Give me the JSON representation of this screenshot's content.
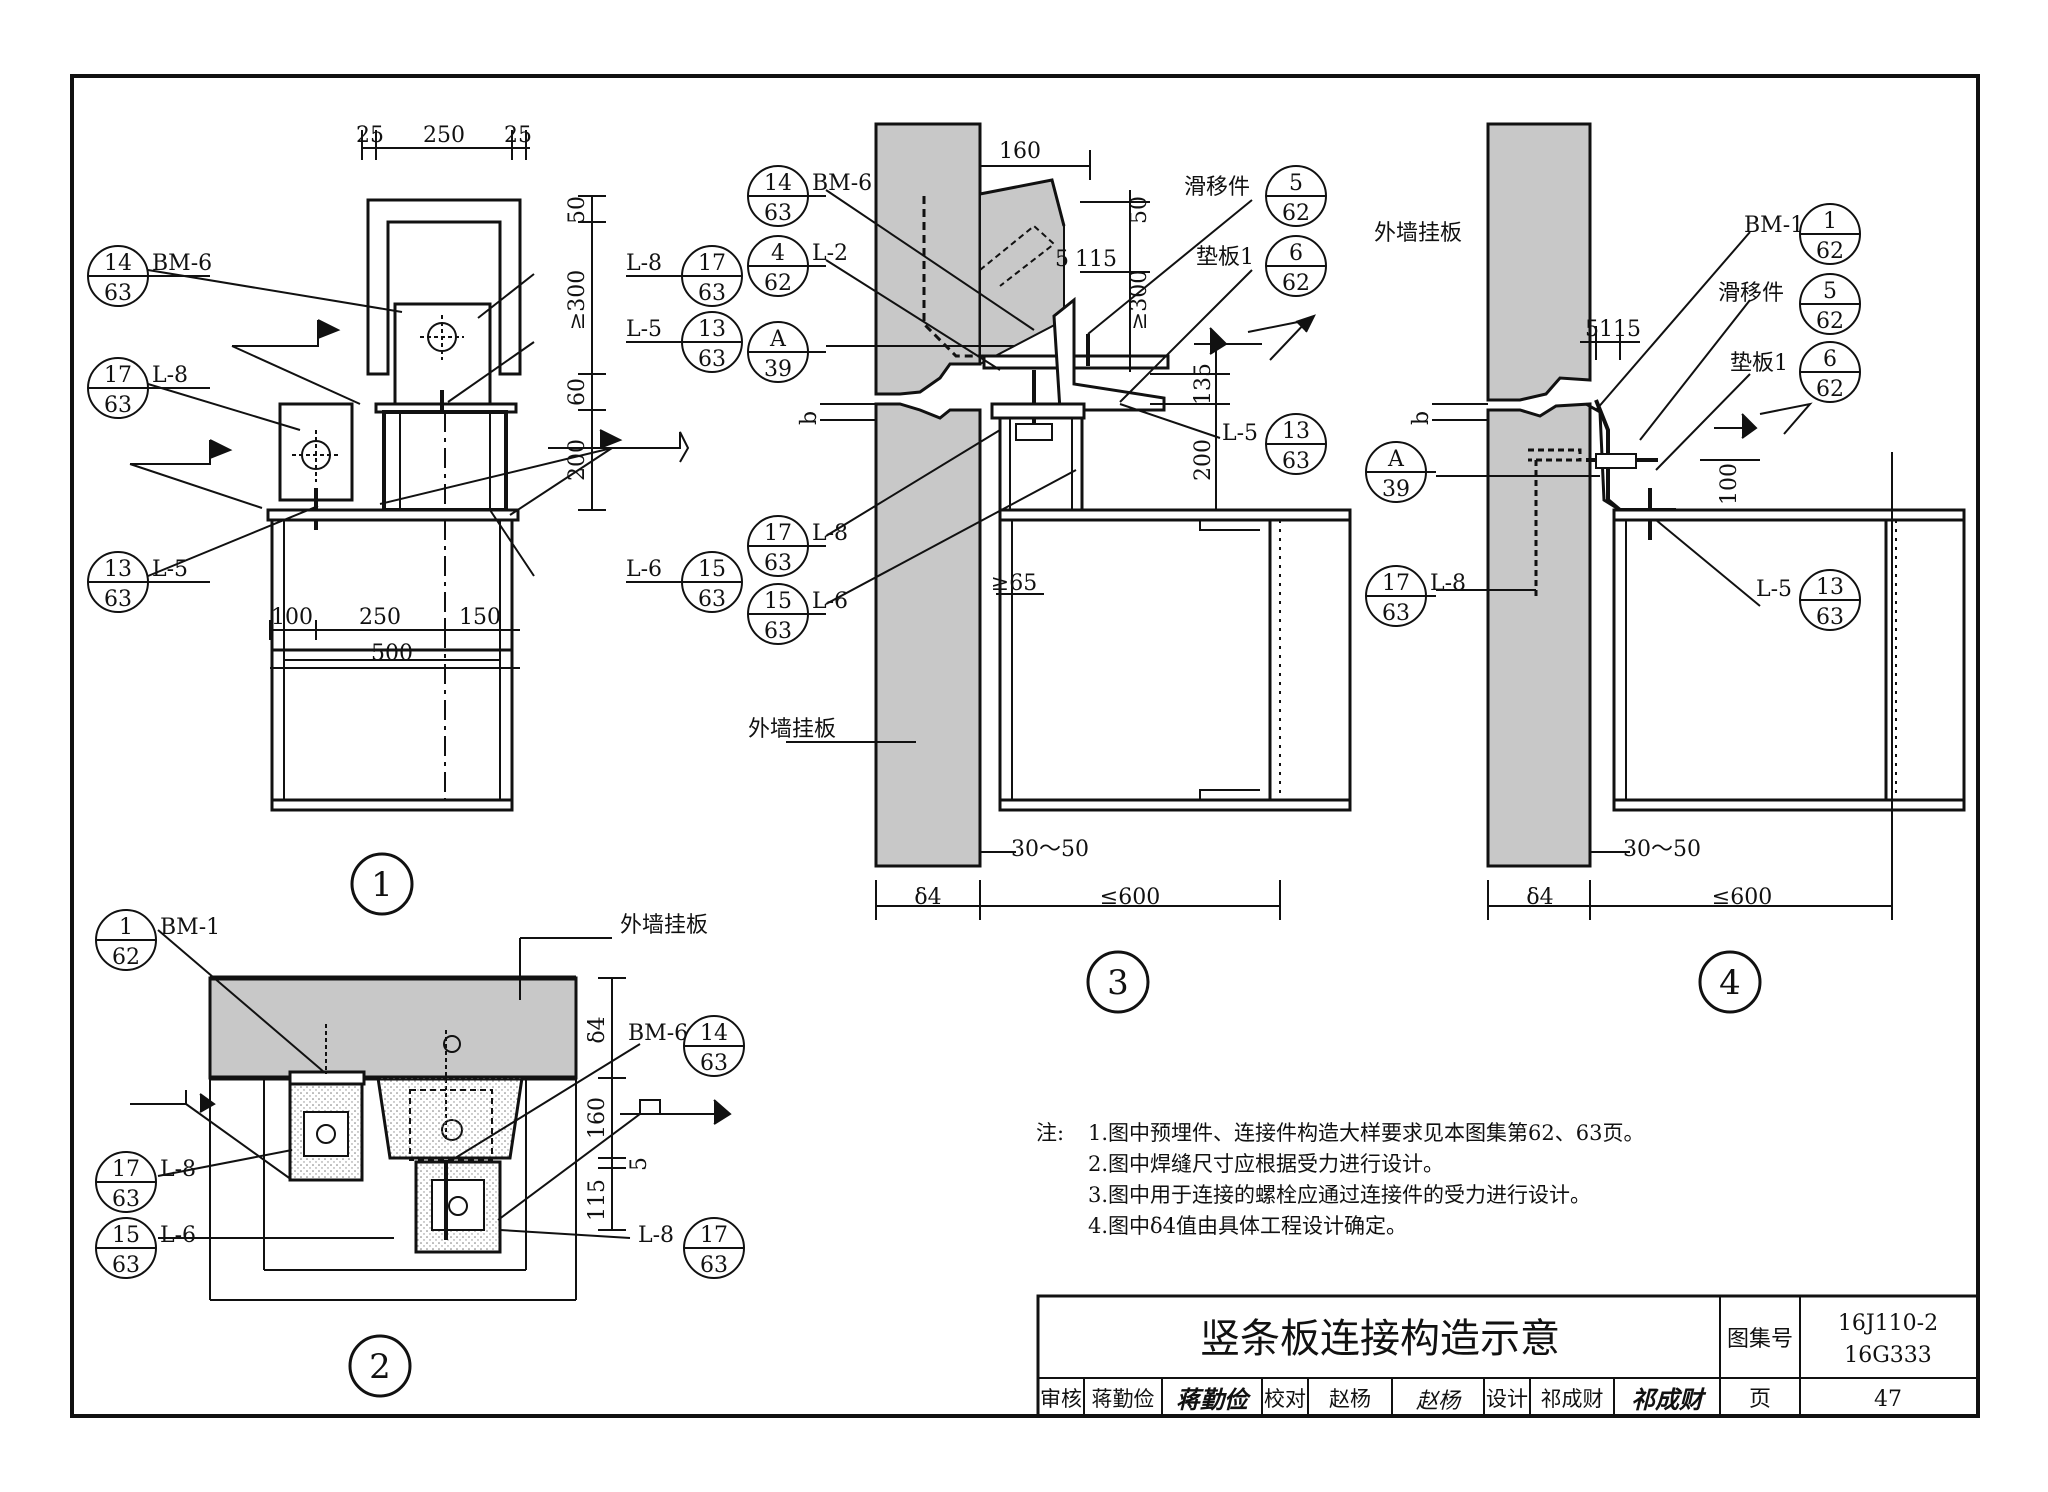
{
  "title_block": {
    "drawing_title": "竖条板连接构造示意",
    "atlas_label": "图集号",
    "atlas_no_1": "16J110-2",
    "atlas_no_2": "16G333",
    "page_label": "页",
    "page_no": "47",
    "review_label": "审核",
    "reviewer": "蒋勤俭",
    "check_label": "校对",
    "checker": "赵杨",
    "design_label": "设计",
    "designer": "祁成财",
    "sig_reviewer": "蒋勤俭",
    "sig_checker": "赵杨",
    "sig_designer": "祁成财"
  },
  "notes": {
    "label": "注:",
    "items": [
      "1.图中预埋件、连接件构造大样要求见本图集第62、63页。",
      "2.图中焊缝尺寸应根据受力进行设计。",
      "3.图中用于连接的螺栓应通过连接件的受力进行设计。",
      "4.图中δ4值由具体工程设计确定。"
    ]
  },
  "detail1": {
    "number": "1",
    "dims": {
      "d25a": "25",
      "d250top": "250",
      "d25b": "25",
      "d50": "50",
      "d300": "≥300",
      "d60": "60",
      "d200": "200",
      "d100": "100",
      "d250": "250",
      "d150": "150",
      "d500": "500"
    },
    "refs": [
      {
        "code": "BM-6",
        "num": "14",
        "page": "63"
      },
      {
        "code": "L-8",
        "num": "17",
        "page": "63"
      },
      {
        "code": "L-5",
        "num": "13",
        "page": "63"
      },
      {
        "code": "L-8",
        "num": "17",
        "page": "63"
      },
      {
        "code": "L-5",
        "num": "13",
        "page": "63"
      },
      {
        "code": "L-6",
        "num": "15",
        "page": "63"
      }
    ]
  },
  "detail2": {
    "number": "2",
    "wall_label": "外墙挂板",
    "dims": {
      "d4": "δ4",
      "d160": "160",
      "d5": "5",
      "d115": "115"
    },
    "refs": [
      {
        "code": "BM-1",
        "num": "1",
        "page": "62"
      },
      {
        "code": "BM-6",
        "num": "14",
        "page": "63"
      },
      {
        "code": "L-8",
        "num": "17",
        "page": "63"
      },
      {
        "code": "L-6",
        "num": "15",
        "page": "63"
      },
      {
        "code": "L-8",
        "num": "17",
        "page": "63"
      }
    ]
  },
  "detail3": {
    "number": "3",
    "wall_label": "外墙挂板",
    "dims": {
      "d160": "160",
      "d50": "50",
      "d5": "5",
      "d115": "115",
      "d300": "≥300",
      "d135": "135",
      "d200": "200",
      "db": "b",
      "d65": "≥65",
      "d3050": "30～50",
      "dd4": "δ4",
      "d600": "≤600"
    },
    "refs": [
      {
        "code": "BM-6",
        "num": "14",
        "page": "63"
      },
      {
        "code": "L-2",
        "num": "4",
        "page": "62"
      },
      {
        "code": "",
        "num": "A",
        "page": "39"
      },
      {
        "code": "L-8",
        "num": "17",
        "page": "63"
      },
      {
        "code": "L-6",
        "num": "15",
        "page": "63"
      },
      {
        "code": "滑移件",
        "num": "5",
        "page": "62"
      },
      {
        "code": "垫板1",
        "num": "6",
        "page": "62"
      },
      {
        "code": "L-5",
        "num": "13",
        "page": "63"
      }
    ]
  },
  "detail4": {
    "number": "4",
    "wall_label": "外墙挂板",
    "dims": {
      "d5": "5",
      "d115": "115",
      "db": "b",
      "d100": "100",
      "d3050": "30～50",
      "dd4": "δ4",
      "d600": "≤600"
    },
    "refs": [
      {
        "code": "BM-1",
        "num": "1",
        "page": "62"
      },
      {
        "code": "滑移件",
        "num": "5",
        "page": "62"
      },
      {
        "code": "垫板1",
        "num": "6",
        "page": "62"
      },
      {
        "code": "",
        "num": "A",
        "page": "39"
      },
      {
        "code": "L-8",
        "num": "17",
        "page": "63"
      },
      {
        "code": "L-5",
        "num": "13",
        "page": "63"
      }
    ]
  },
  "colors": {
    "ink": "#111111",
    "panel_fill": "#c8c8c8",
    "paper": "#ffffff"
  }
}
